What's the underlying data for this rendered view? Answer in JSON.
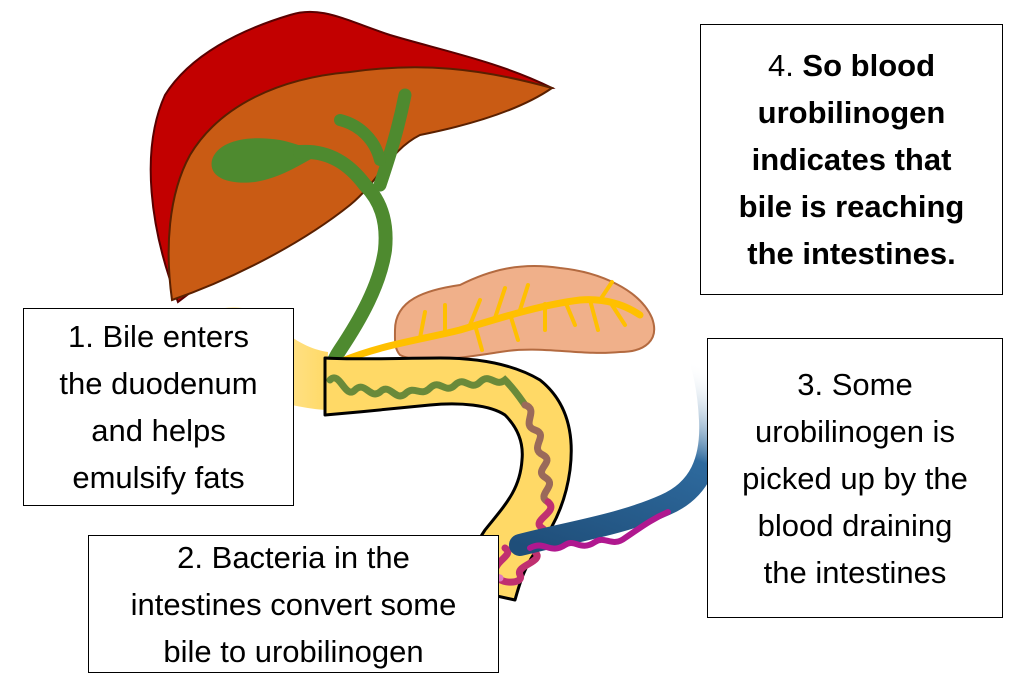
{
  "captions": {
    "step1": {
      "lines": [
        "1. Bile enters",
        "the duodenum",
        "and helps",
        "emulsify fats"
      ]
    },
    "step2": {
      "lines": [
        "2. Bacteria in the",
        "intestines convert some",
        "bile to urobilinogen"
      ]
    },
    "step3": {
      "lines": [
        "3. Some",
        "urobilinogen is",
        "picked up by the",
        "blood draining",
        "the intestines"
      ]
    },
    "step4": {
      "prefix": "4. ",
      "lines": [
        "So blood",
        "urobilinogen",
        "indicates that",
        "bile is reaching",
        "the intestines."
      ]
    }
  },
  "colors": {
    "liver_dark": "#c20000",
    "liver_light": "#c95b14",
    "bile_duct": "#4e8a2f",
    "pancreas": "#f0b08a",
    "pancreatic_duct": "#ffc000",
    "intestine": "#ffd966",
    "urobilinogen": "#b0188f",
    "blood_vessel": "#1f4e79"
  }
}
